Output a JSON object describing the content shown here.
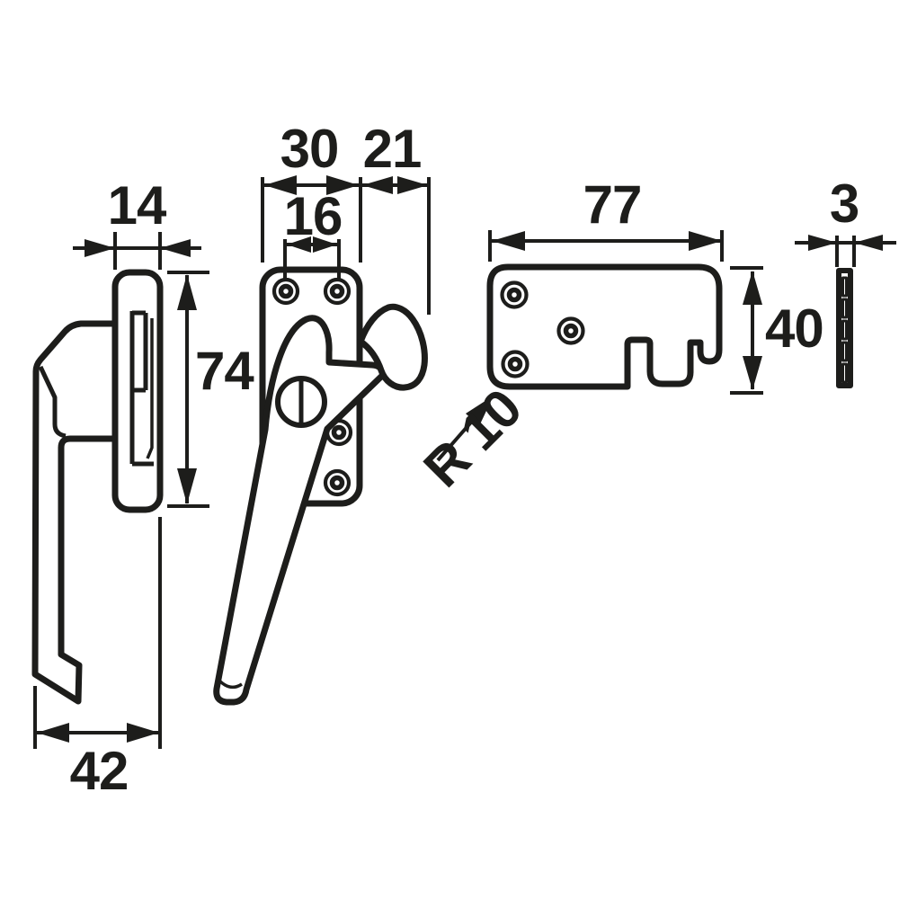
{
  "drawing": {
    "ink": "#1d1d1b",
    "background": "#ffffff",
    "labels": {
      "handle_width": "14",
      "handle_height": "74",
      "handle_depth": "42",
      "plate_width": "30",
      "hook_offset": "21",
      "hole_spacing": "16",
      "keeper_length": "77",
      "keeper_height": "40",
      "keeper_radius": "R 10",
      "keeper_thickness": "3"
    }
  }
}
